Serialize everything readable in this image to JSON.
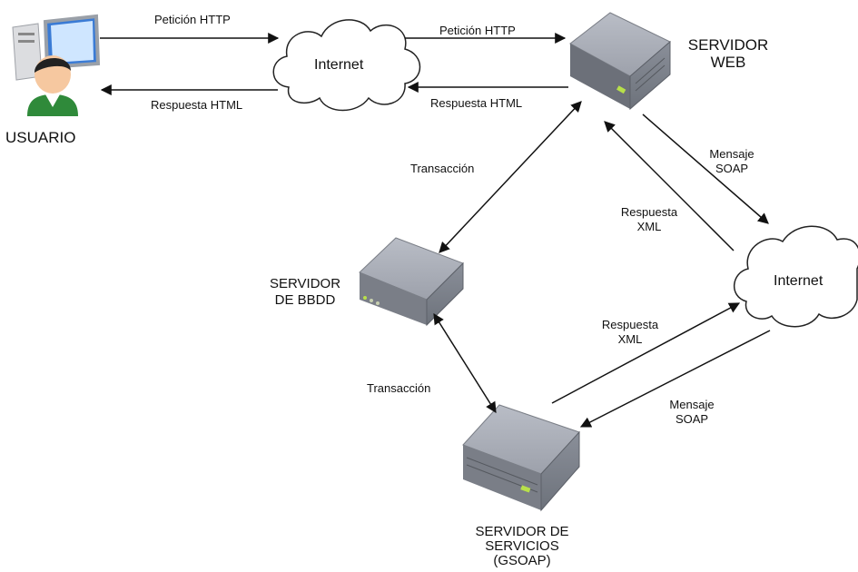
{
  "nodes": {
    "usuario": "USUARIO",
    "internet_top": "Internet",
    "internet_right": "Internet",
    "servidor_web": [
      "SERVIDOR",
      "WEB"
    ],
    "servidor_bbdd": [
      "SERVIDOR",
      "DE BBDD"
    ],
    "servidor_servicios": [
      "SERVIDOR DE",
      "SERVICIOS",
      "(GSOAP)"
    ]
  },
  "edges": {
    "peticion_1": "Petición HTTP",
    "peticion_2": "Petición HTTP",
    "respuesta_html_1": "Respuesta HTML",
    "respuesta_html_2": "Respuesta HTML",
    "transaccion_web_bbdd": "Transacción",
    "transaccion_bbdd_servicios": "Transacción",
    "mensaje_soap_1": [
      "Mensaje",
      "SOAP"
    ],
    "respuesta_xml_1": [
      "Respuesta",
      "XML"
    ],
    "respuesta_xml_2": [
      "Respuesta",
      "XML"
    ],
    "mensaje_soap_2": [
      "Mensaje",
      "SOAP"
    ]
  },
  "colors": {
    "server_top": "#a9adb6",
    "server_front": "#7d828c",
    "server_side": "#5e636c",
    "led": "#b8e04a",
    "arrow": "#111111",
    "cloud_stroke": "#222222"
  }
}
